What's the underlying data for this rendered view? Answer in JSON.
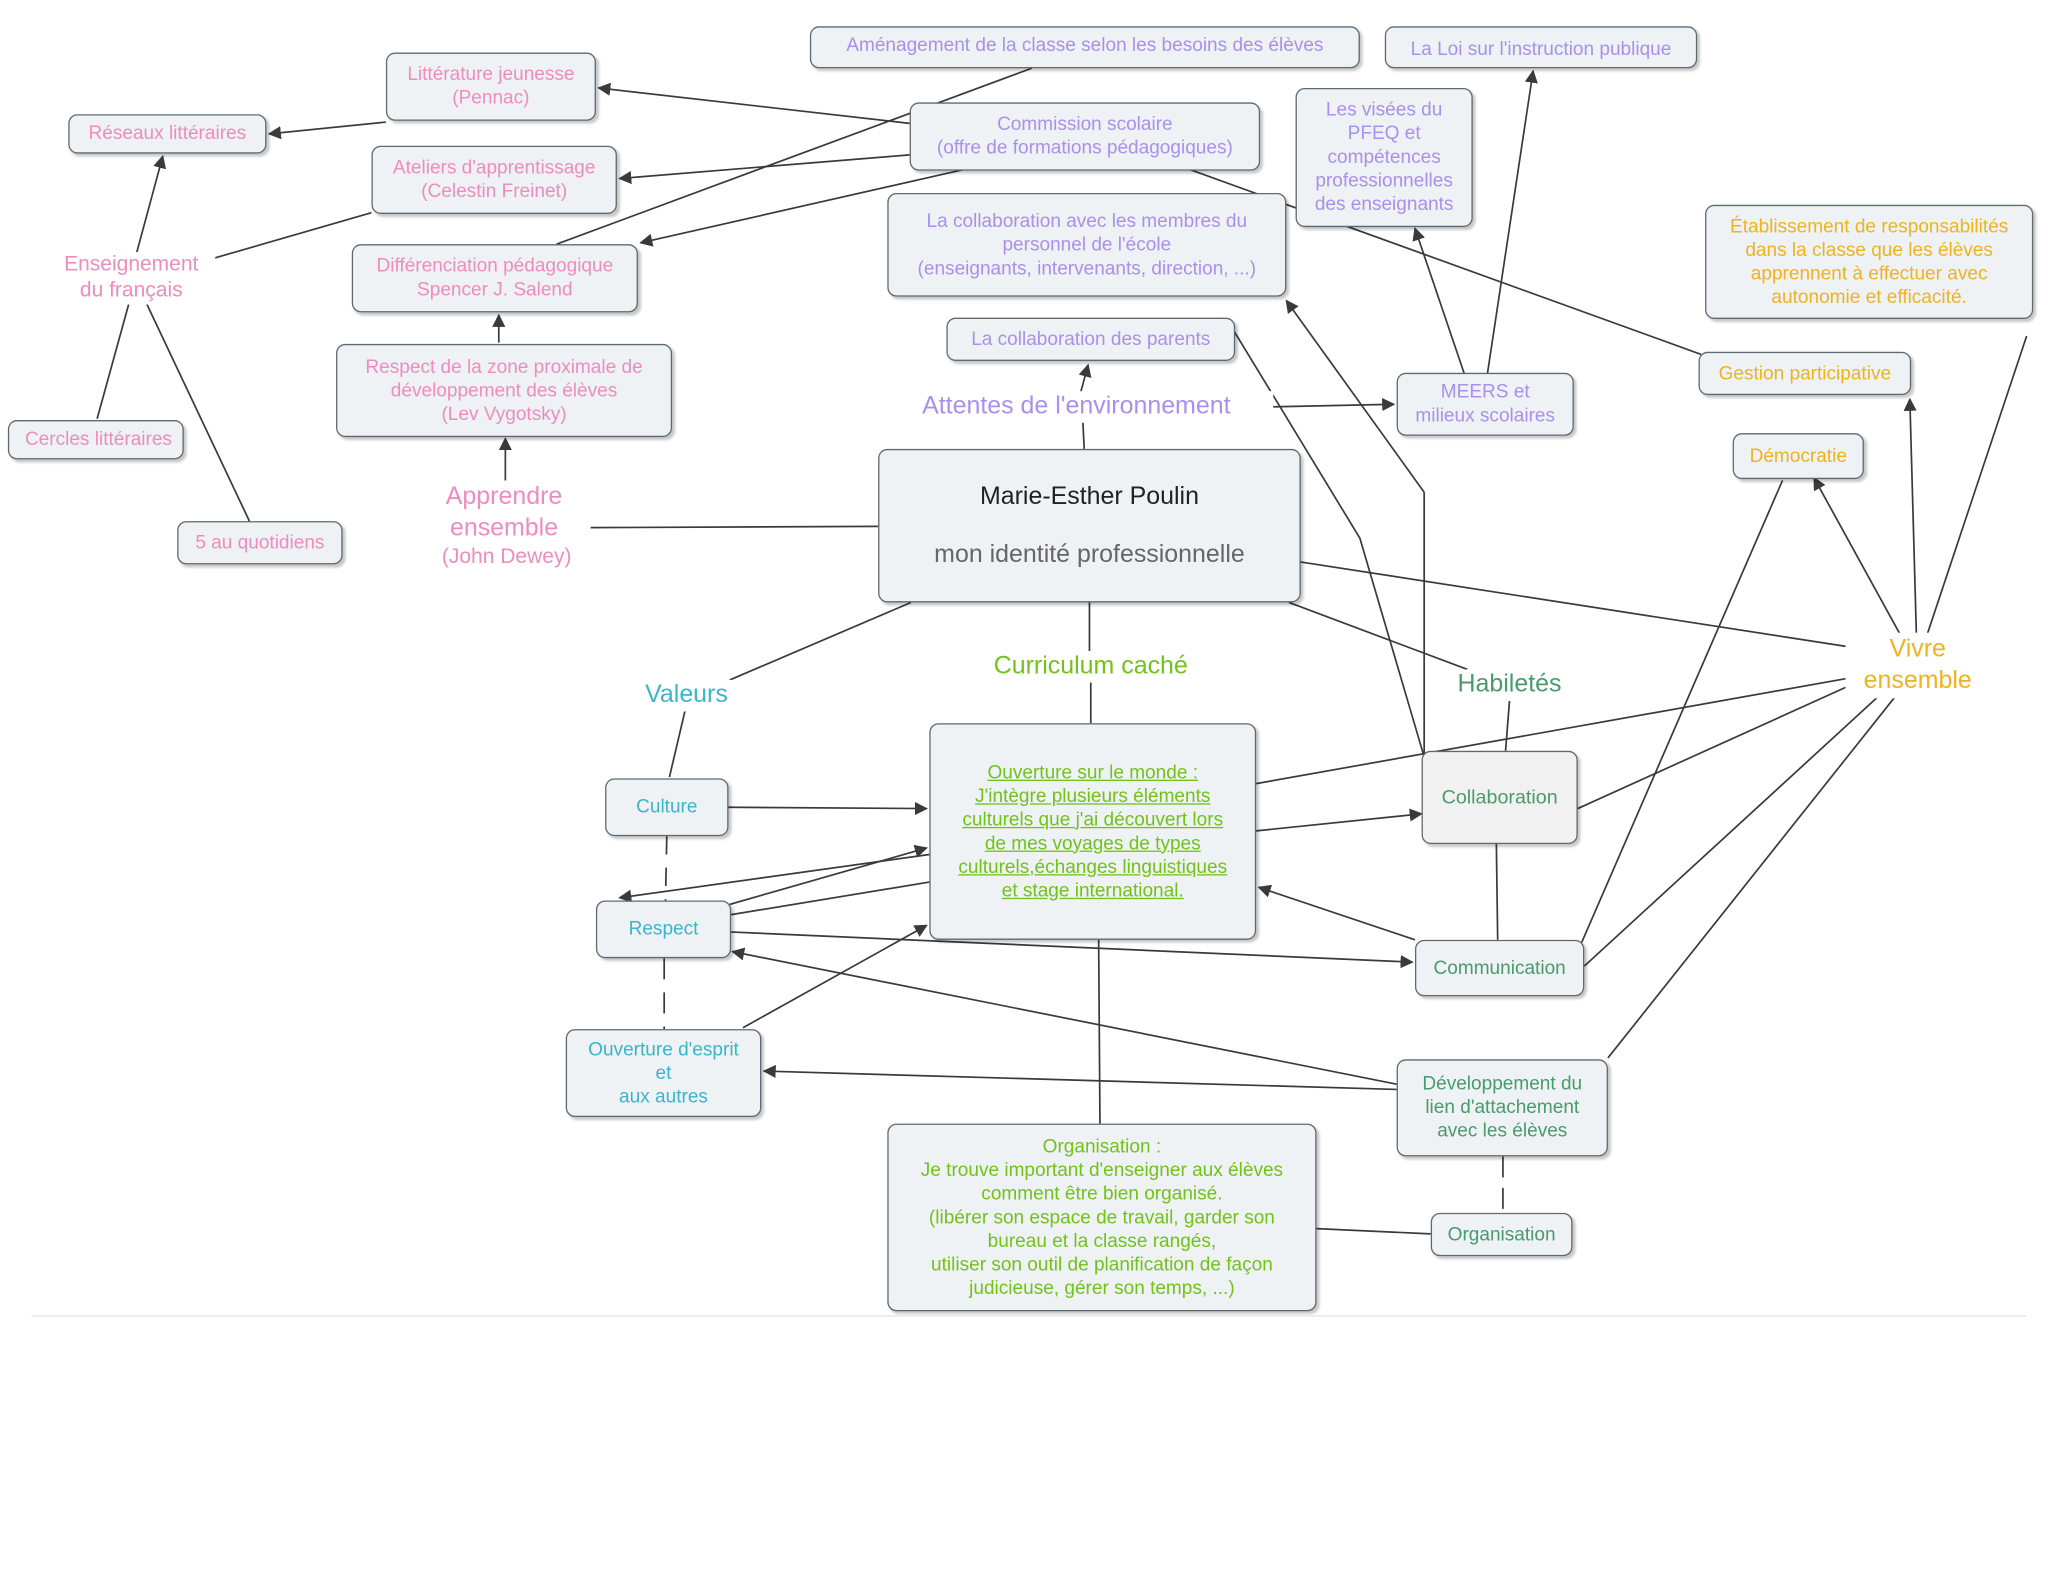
{
  "colors": {
    "pink": "#f08cbd",
    "purple": "#a990ee",
    "gold": "#f1b21f",
    "cyan": "#38b6cc",
    "dark_green": "#4a9a6e",
    "light_green": "#72c21b",
    "line": "#3a3a3a"
  },
  "map": {
    "central_title": "Marie-Esther Poulin",
    "central_subtitle": "mon identité professionnelle",
    "linkers": {
      "apprendre": "Apprendre\nensemble",
      "dewey": "(John Dewey)",
      "enseignement": "Enseignement\ndu français",
      "attentes": "Attentes de l'environnement",
      "valeurs": "Valeurs",
      "curriculum": "Curriculum caché",
      "habiletes": "Habiletés",
      "vivre": "Vivre\nensemble"
    },
    "nodes": {
      "amenagement": "Aménagement de la classe selon les besoins des élèves",
      "loi": "La Loi sur l'instruction publique",
      "litterature": "Littérature jeunesse\n(Pennac)",
      "reseaux": "Réseaux littéraires",
      "commission": "Commission scolaire\n(offre de formations pédagogiques)",
      "visees": "Les visées du\nPFEQ et\ncompétences\nprofessionnelles\ndes enseignants",
      "ateliers": "Ateliers d'apprentissage\n(Celestin Freinet)",
      "collab_personnel": "La collaboration avec les membres du\npersonnel de l'école\n(enseignants, intervenants, direction, ...)",
      "etablissement": "Établissement de responsabilités\ndans la classe que les élèves\napprennent à effectuer avec\nautonomie et efficacité.",
      "differenciation": "Différenciation pédagogique\nSpencer J. Salend",
      "collab_parents": "La collaboration des parents",
      "gestion": "Gestion participative",
      "zone": "Respect de la zone proximale de\ndéveloppement des élèves\n(Lev Vygotsky)",
      "meers": "MEERS et\nmilieux scolaires",
      "cercles": "Cercles littéraires",
      "democratie": "Démocratie",
      "cinq": "5 au quotidiens",
      "culture": "Culture",
      "ouverture_monde": "Ouverture sur le monde :\nJ'intègre plusieurs éléments\nculturels que j'ai découvert lors\nde mes voyages de types\nculturels,échanges linguistiques\net stage international.",
      "collaboration": "Collaboration",
      "respect": "Respect",
      "communication": "Communication",
      "ouverture_esprit": "Ouverture d'esprit\net\naux autres",
      "developpement": "Développement du\nlien d'attachement\navec les élèves",
      "organisation_box": "Organisation :\nJe trouve important d'enseigner aux élèves\ncomment être bien organisé.\n(libérer son espace de travail, garder son\nbureau et la classe rangés,\nutiliser son outil de planification de façon\njudicieuse, gérer son temps, ...)",
      "organisation": "Organisation"
    }
  }
}
